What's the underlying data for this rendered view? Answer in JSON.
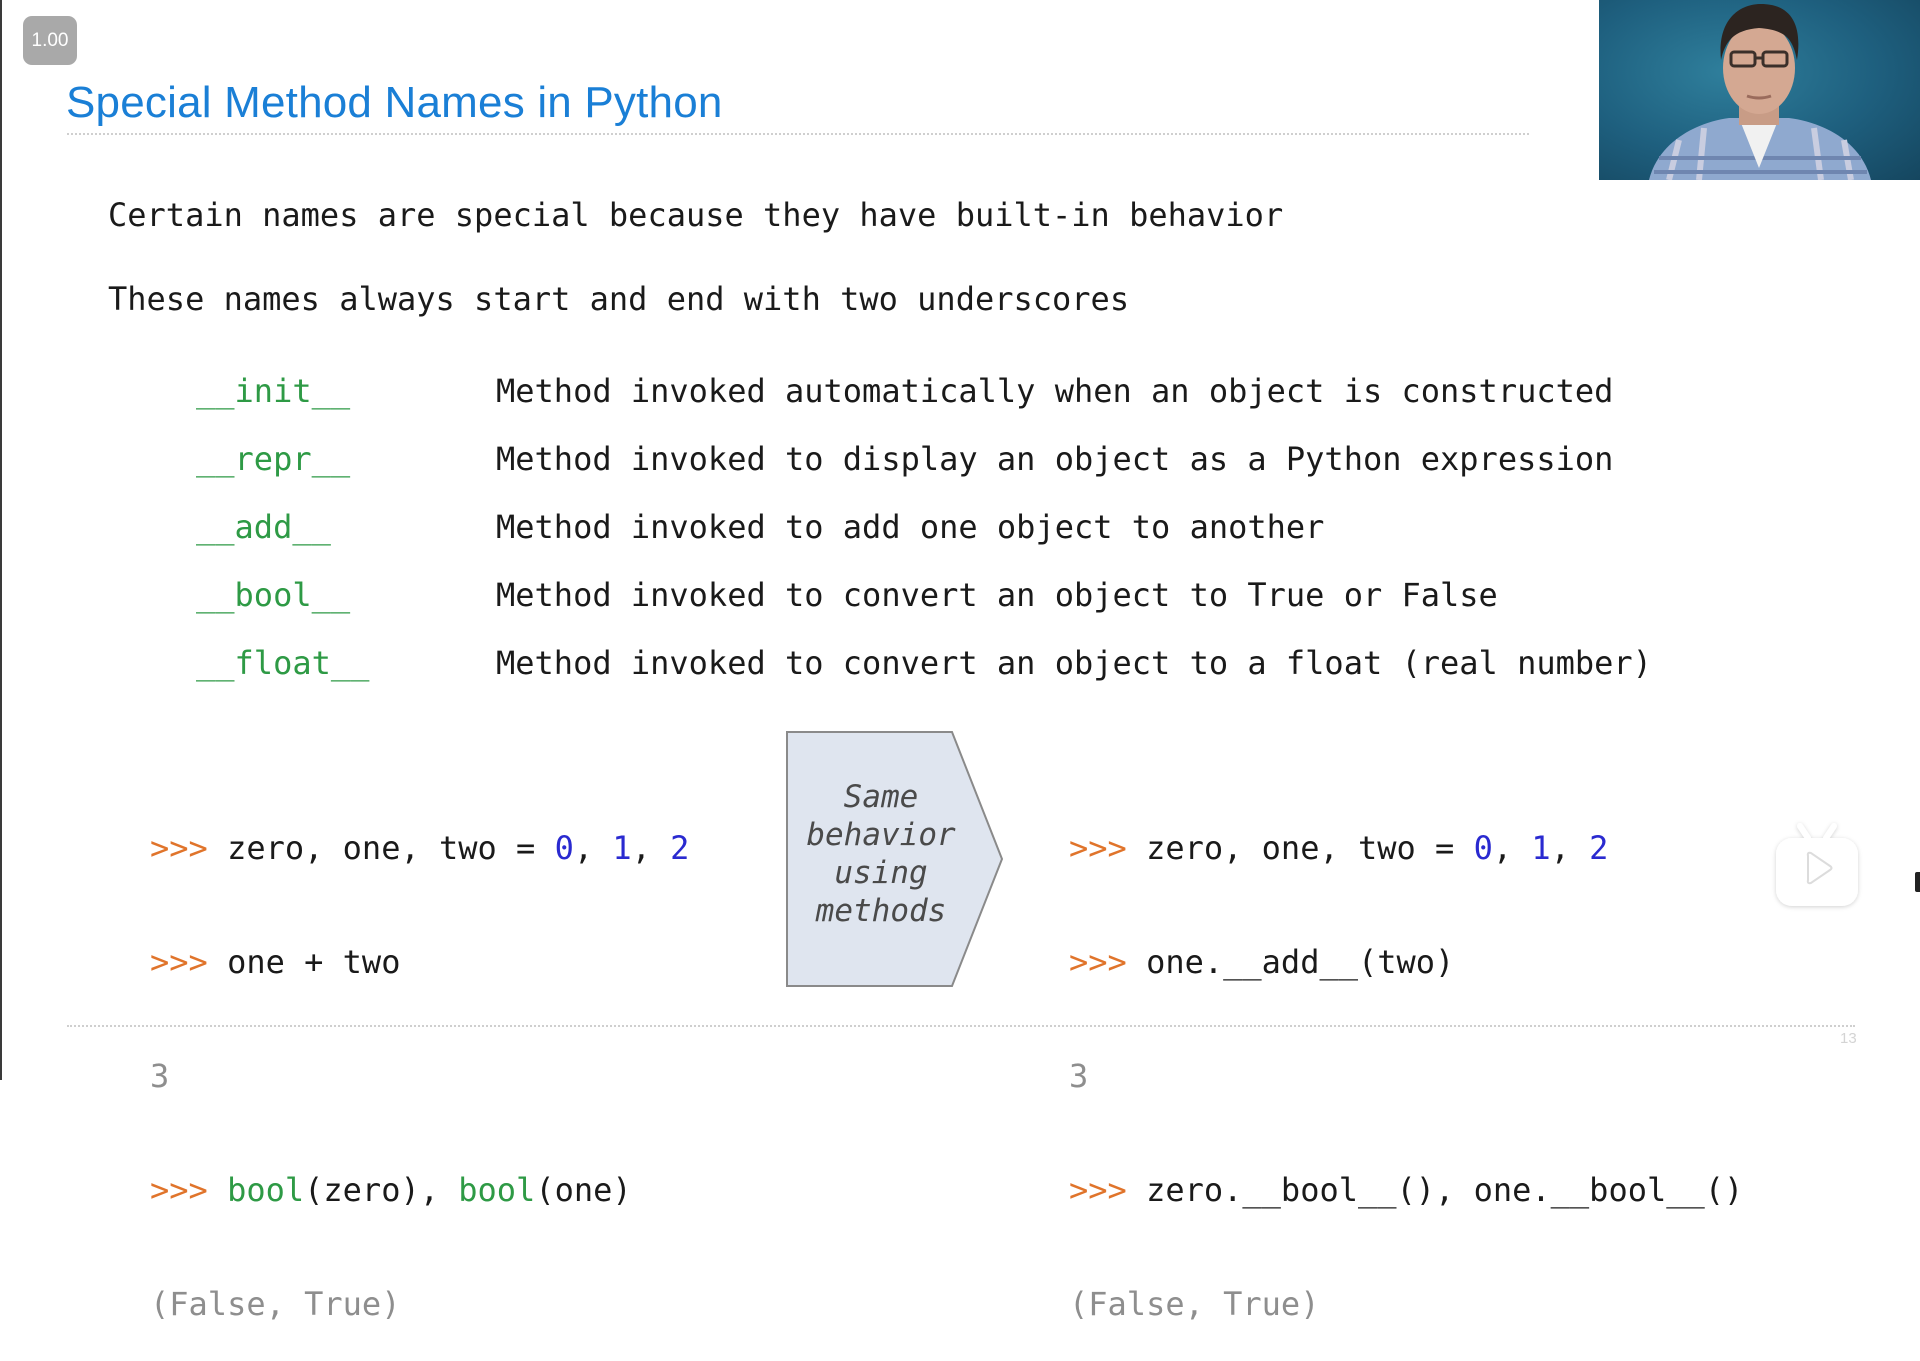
{
  "player": {
    "speed_badge": "1.00",
    "page_number": "13"
  },
  "slide": {
    "title": "Special Method Names in Python",
    "intro_lines": [
      "Certain names are special because they have built-in behavior",
      "These names always start and end with two underscores"
    ],
    "methods": [
      {
        "name": "__init__",
        "description": "Method invoked automatically when an object is constructed"
      },
      {
        "name": "__repr__",
        "description": "Method invoked to display an object as a Python expression"
      },
      {
        "name": "__add__",
        "description": "Method invoked to add one object to another"
      },
      {
        "name": "__bool__",
        "description": "Method invoked to convert an object to True or False"
      },
      {
        "name": "__float__",
        "description": "Method invoked to convert an object to a float (real number)"
      }
    ],
    "prompt": ">>>",
    "left_code": {
      "line1": {
        "text": "zero, one, two = ",
        "n0": "0",
        "sep1": ", ",
        "n1": "1",
        "sep2": ", ",
        "n2": "2"
      },
      "line2": "one + two",
      "out1": "3",
      "line3": {
        "f1": "bool",
        "a1": "(zero), ",
        "f2": "bool",
        "a2": "(one)"
      },
      "out2": "(False, True)"
    },
    "arrow_label": [
      "Same",
      "behavior",
      "using",
      "methods"
    ],
    "right_code": {
      "line1": {
        "text": "zero, one, two = ",
        "n0": "0",
        "sep1": ", ",
        "n1": "1",
        "sep2": ", ",
        "n2": "2"
      },
      "line2": "one.__add__(two)",
      "out1": "3",
      "line3": "zero.__bool__(), one.__bool__()",
      "out2": "(False, True)"
    }
  },
  "colors": {
    "title": "#1a7fd6",
    "method_name": "#2e9a45",
    "prompt": "#e0742b",
    "number": "#2a2ad0",
    "output": "#8e8e8e",
    "arrow_fill": "#dfe5ef"
  },
  "icons": {
    "webcam": "presenter-video",
    "play": "tv-play-icon"
  }
}
